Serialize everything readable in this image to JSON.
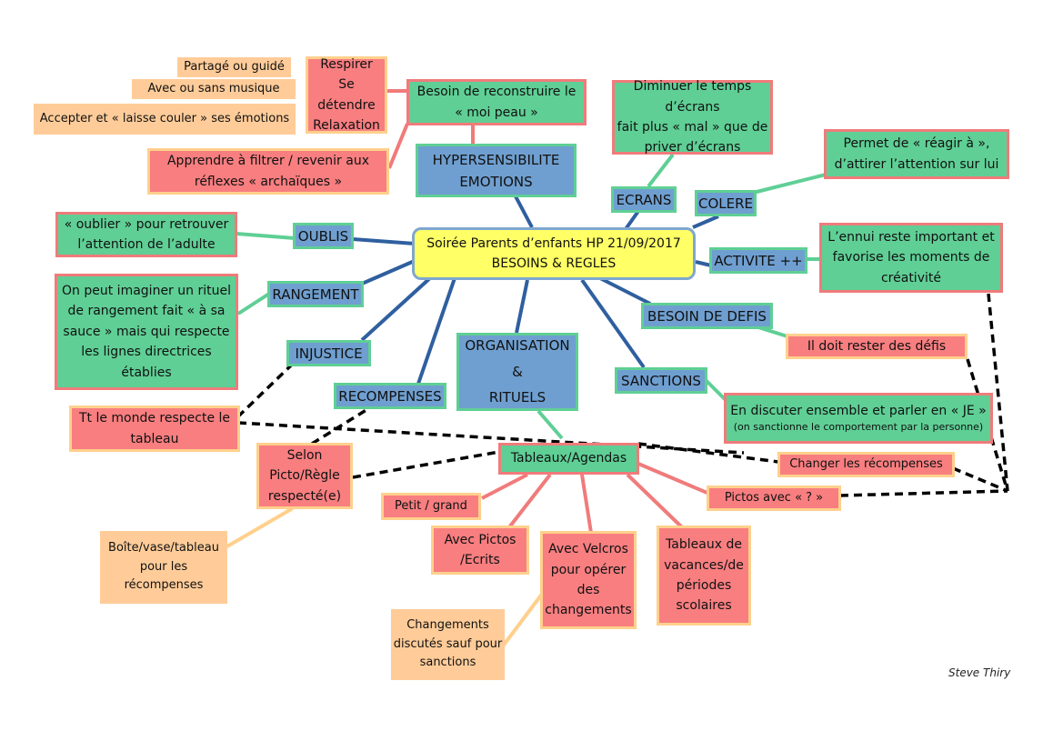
{
  "center": "Soirée Parents d’enfants HP 21/09/2017\nBESOINS & REGLES",
  "topics": {
    "hypersensibilite": "HYPERSENSIBILITE\nEMOTIONS",
    "ecrans": "ECRANS",
    "colere": "COLERE",
    "activite": "ACTIVITE ++",
    "defis": "BESOIN DE DEFIS",
    "sanctions": "SANCTIONS",
    "organisation": "ORGANISATION\n&\nRITUELS",
    "recompenses": "RECOMPENSES",
    "injustice": "INJUSTICE",
    "rangement": "RANGEMENT",
    "oublis": "OUBLIS"
  },
  "notes": {
    "moi_peau": "Besoin de reconstruire le\n« moi peau »",
    "respirer": "Respirer\nSe détendre\nRelaxation",
    "partage": "Partagé ou guidé",
    "musique": "Avec ou sans musique",
    "accepter": "Accepter et « laisse couler » ses émotions",
    "filtrer": "Apprendre à filtrer / revenir aux\nréflexes « archaïques »",
    "ecrans_note": "Diminuer le temps d’écrans\nfait plus « mal » que de\npriver d’écrans",
    "colere_note": "Permet de « réagir à »,\nd’attirer l’attention sur lui",
    "ennui": "L’ennui reste important et\nfavorise les moments de\ncréativité",
    "defis_note": "Il doit rester des défis",
    "je_main": "En discuter ensemble et parler en « JE »",
    "je_sub": "(on sanctionne le comportement par la personne)",
    "oublier": "« oublier » pour retrouver\nl’attention de l’adulte",
    "rituel": "On peut imaginer un rituel\nde rangement fait « à sa\nsauce » mais qui respecte\nles lignes directrices\nétablies",
    "tt_monde": "Tt le monde respecte le\ntableau",
    "tableaux": "Tableaux/Agendas",
    "selon": "Selon\nPicto/Règle\nrespecté(e)",
    "changer": "Changer les récompenses",
    "pictos": "Pictos avec « ? »",
    "petit": "Petit / grand",
    "avec_pictos": "Avec Pictos\n/Ecrits",
    "velcros": "Avec Velcros\npour opérer\ndes\nchangements",
    "vacances": "Tableaux de\nvacances/de\npériodes\nscolaires",
    "boite": "Boîte/vase/tableau\npour les\nrécompenses",
    "changements": "Changements\ndiscutés sauf pour\nsanctions"
  },
  "signature": "Steve Thiry",
  "colors": {
    "center_fill": "#ffff66",
    "topic_fill": "#6f9fd0",
    "green_fill": "#5fcf95",
    "red_fill": "#f87e80",
    "peach_fill": "#ffcc99",
    "spoke_line": "#2f5f9f"
  }
}
